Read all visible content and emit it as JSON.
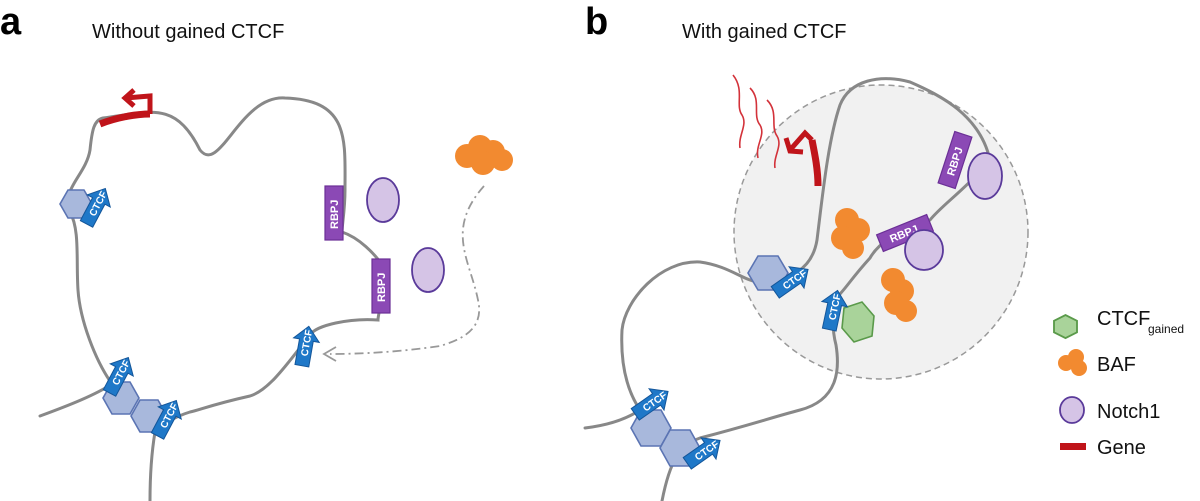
{
  "panels": [
    {
      "letter": "a",
      "title": "Without gained CTCF"
    },
    {
      "letter": "b",
      "title": "With gained CTCF"
    }
  ],
  "labels": {
    "ctcf": "CTCF",
    "rbpj": "RBPJ"
  },
  "legend": {
    "items": [
      {
        "label": "CTCF",
        "subscript": "gained",
        "icon": "green-hexagon",
        "color": "#a9d39a"
      },
      {
        "label": "BAF",
        "subscript": "",
        "icon": "orange-cluster",
        "color": "#f28a30"
      },
      {
        "label": "Notch1",
        "subscript": "",
        "icon": "purple-ellipse",
        "color": "#d5c4e6"
      },
      {
        "label": "Gene",
        "subscript": "",
        "icon": "red-bar",
        "color": "#c0141a"
      }
    ]
  },
  "colors": {
    "chromatin": "#888888",
    "ctcf_arrow": "#1f78c8",
    "ctcf_hex": "#a8b8dc",
    "rbpj": "#8b49b5",
    "gene": "#c0141a",
    "baf": "#f28a30",
    "notch": "#d5c4e6"
  }
}
